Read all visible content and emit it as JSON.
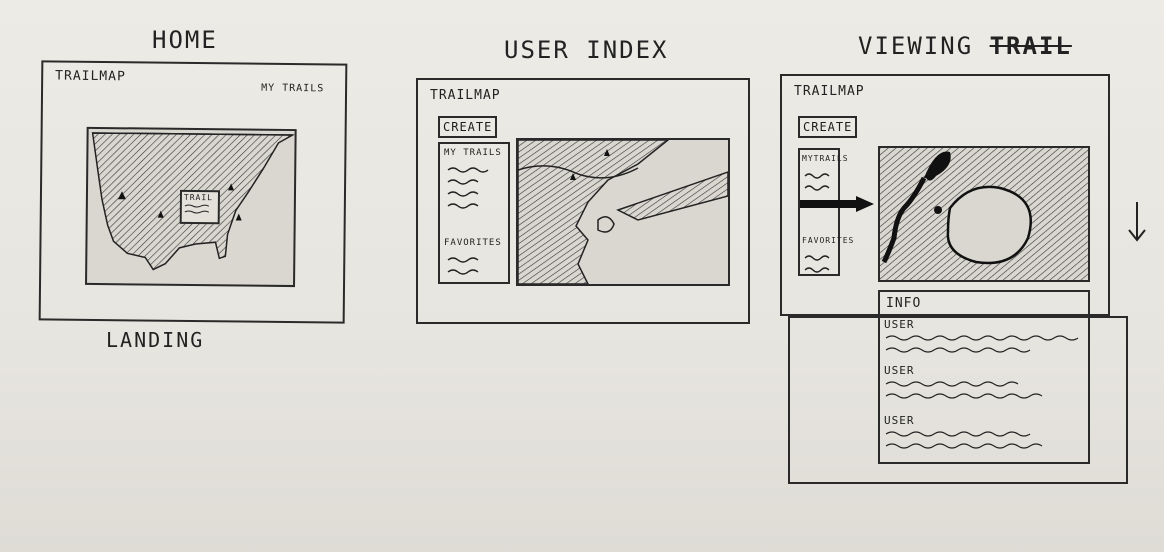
{
  "screens": {
    "home": {
      "caption": "HOME",
      "subcaption": "LANDING",
      "logo": "TRAILMAP",
      "nav_link": "MY TRAILS",
      "popup_label": "TRAIL"
    },
    "user_index": {
      "caption": "USER INDEX",
      "logo": "TRAILMAP",
      "create_button": "CREATE",
      "sidebar_section_1": "MY TRAILS",
      "sidebar_section_2": "FAVORITES"
    },
    "viewing_trail": {
      "caption_prefix": "VIEWING",
      "caption_struck": "TRAIL",
      "logo": "TRAILMAP",
      "create_button": "CREATE",
      "sidebar_section_1": "MYTRAILS",
      "sidebar_section_2": "FAVORITES",
      "info_header": "INFO",
      "user_labels": [
        "USER",
        "USER",
        "USER"
      ]
    }
  }
}
